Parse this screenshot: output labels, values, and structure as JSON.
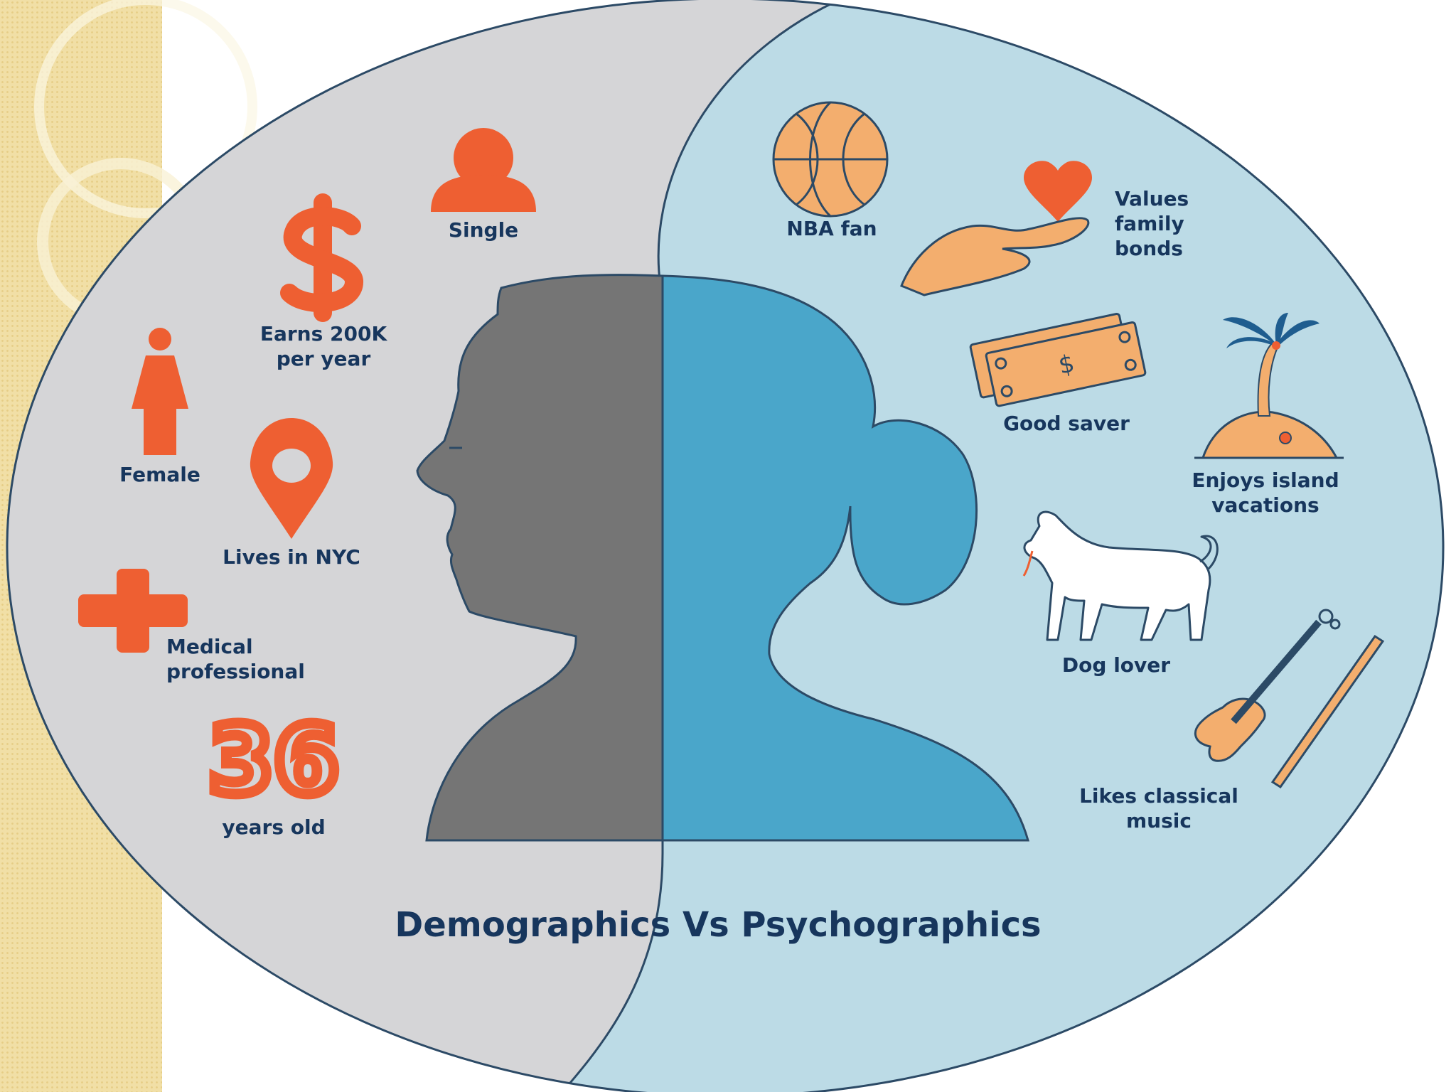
{
  "title": "Demographics Vs Psychographics",
  "demographics": {
    "single": "Single",
    "earns": [
      "Earns 200K",
      "per year"
    ],
    "female": "Female",
    "lives": "Lives in NYC",
    "medical": [
      "Medical",
      "professional"
    ],
    "age_number": "36",
    "age_label": "years old"
  },
  "psychographics": {
    "nba": "NBA fan",
    "values": [
      "Values",
      "family",
      "bonds"
    ],
    "saver": "Good saver",
    "island": [
      "Enjoys island",
      "vacations"
    ],
    "dog": "Dog lover",
    "music": [
      "Likes classical",
      "music"
    ]
  },
  "icons": {
    "single": "person-icon",
    "earns": "dollar-icon",
    "female": "female-icon",
    "lives": "location-pin-icon",
    "medical": "medical-cross-icon",
    "nba": "basketball-icon",
    "values": "heart-in-hand-icon",
    "saver": "money-bills-icon",
    "island": "palm-island-icon",
    "dog": "dog-icon",
    "music": "violin-icon"
  },
  "colors": {
    "demographics_bg": "#d5d5d7",
    "psychographics_bg": "#bcdbe6",
    "demographic_icon": "#ee5f32",
    "psychographic_icon": "#f3ae6e",
    "outline": "#2c4a66",
    "head_dark": "#757575",
    "head_blue": "#4aa6ca",
    "text": "#17365d"
  }
}
